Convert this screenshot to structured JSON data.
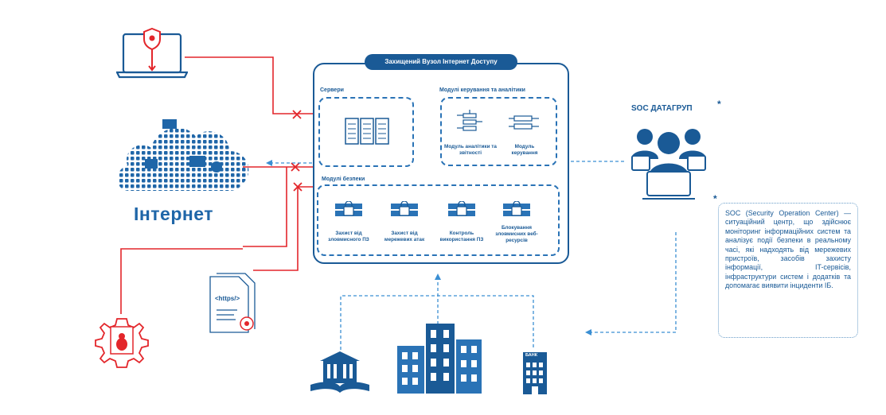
{
  "node": {
    "title": "Захищений Вузол Інтернет Доступу",
    "servers": "Сервери",
    "management_title": "Модулі керування та аналітики",
    "analytics_module": "Модуль аналітики та звітності",
    "control_module": "Модуль керування",
    "security_title": "Модулі безпеки",
    "security_modules": [
      "Захист від зловмисного ПЗ",
      "Захист від мережевих атак",
      "Контроль використання ПЗ",
      "Блокування зловмисних веб-ресурсів"
    ]
  },
  "internet_label": "Інтернет",
  "soc": {
    "title": "SOC ДАТАГРУП",
    "asterisk": "*"
  },
  "note": {
    "asterisk": "*",
    "text": "SOC (Security Operation Center) — ситуаційний центр, що здійснює моніторинг інформаційних систем та аналізує події безпеки в реальному часі, які надходять від мережевих пристроїв, засобів захисту інформації, IT-сервісів, інфраструктури систем і додатків та допомагає виявити інциденти ІБ."
  },
  "file_tag": "<https/>",
  "bank_sign": "БАНК",
  "colors": {
    "primary": "#1a5a96",
    "accent_red": "#e3262b",
    "dashed_line": "#2a73b6"
  }
}
